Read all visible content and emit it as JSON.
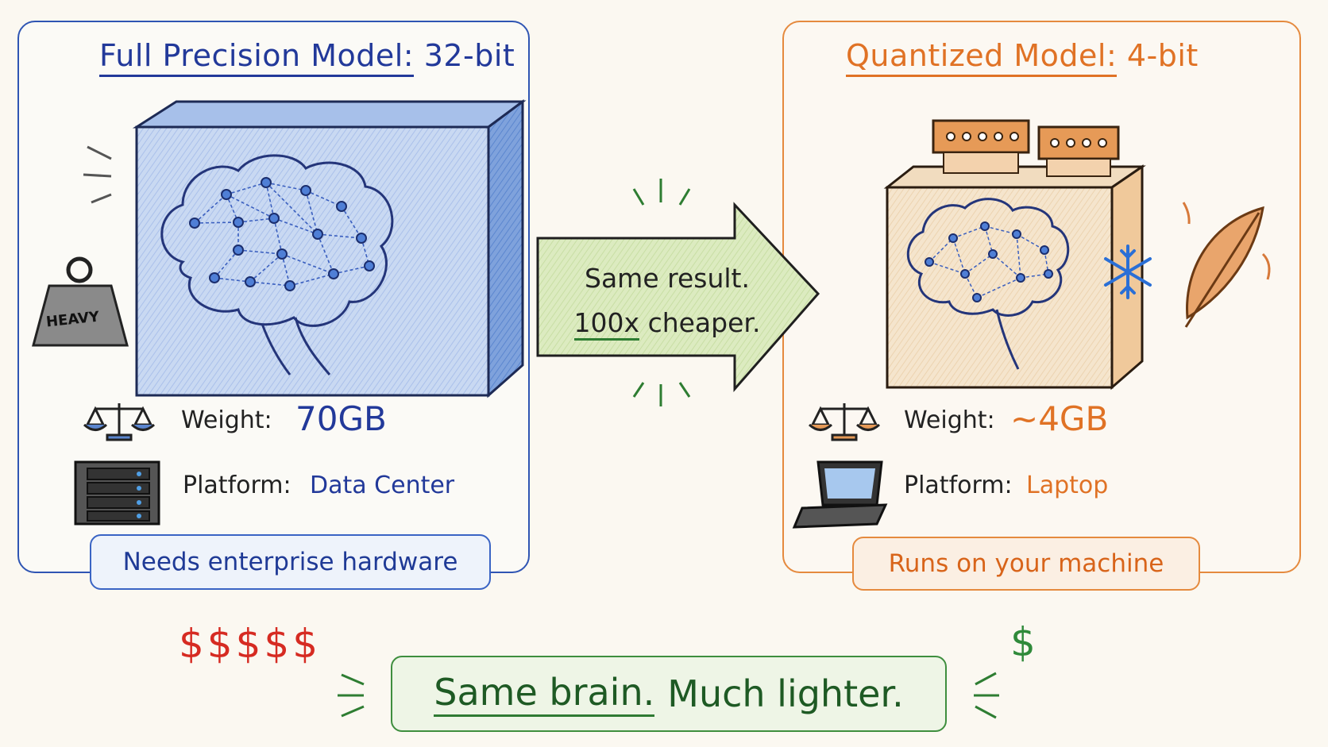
{
  "left": {
    "title_main": "Full Precision Model:",
    "title_bits": "32-bit",
    "weight_label": "Weight:",
    "weight_value": "70GB",
    "platform_label": "Platform:",
    "platform_value": "Data Center",
    "note": "Needs enterprise hardware",
    "weight_tag": "HEAVY",
    "cost": "$$$$$",
    "colors": {
      "accent": "#22399a",
      "border": "#2f55b3"
    }
  },
  "right": {
    "title_main": "Quantized Model:",
    "title_bits": "4-bit",
    "weight_label": "Weight:",
    "weight_value": "~4GB",
    "platform_label": "Platform:",
    "platform_value": "Laptop",
    "note": "Runs on your machine",
    "cost": "$",
    "colors": {
      "accent": "#e07225",
      "border": "#e58a3e"
    }
  },
  "arrow": {
    "line1": "Same result.",
    "line2_em": "100x",
    "line2_rest": " cheaper.",
    "color": "#d9e8b8"
  },
  "banner": {
    "part1": "Same brain.",
    "part2": "Much lighter."
  },
  "icons": [
    "weight-icon",
    "brain-icon",
    "scale-icon",
    "server-icon",
    "memory-chip-icon",
    "snowflake-icon",
    "feather-icon",
    "laptop-icon",
    "arrow-right-icon"
  ]
}
